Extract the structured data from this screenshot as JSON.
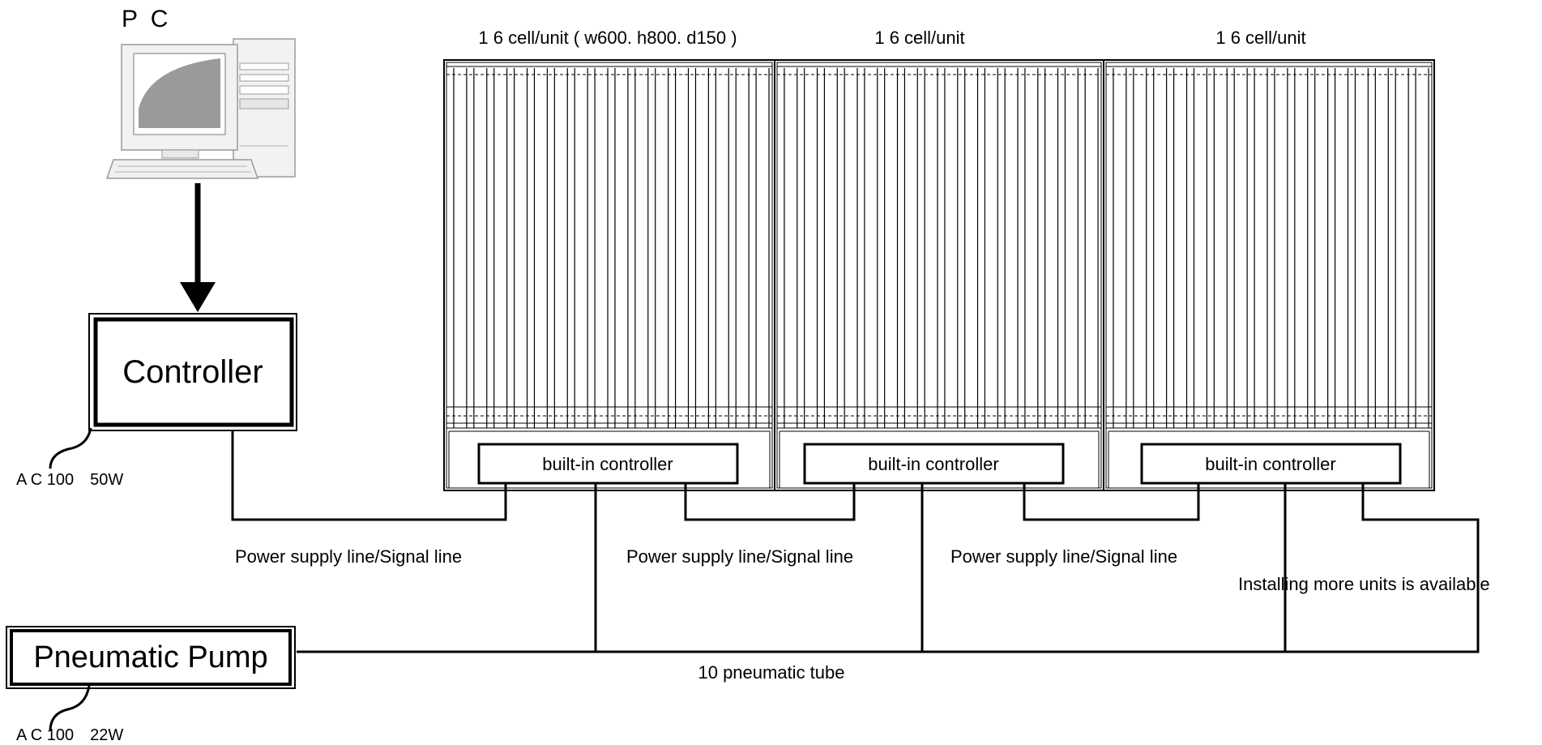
{
  "pc": {
    "label": "P C"
  },
  "units": [
    {
      "title": "1 6 cell/unit ( w600. h800. d150 )",
      "controller": "built-in controller"
    },
    {
      "title": "1 6 cell/unit",
      "controller": "built-in controller"
    },
    {
      "title": "1 6 cell/unit",
      "controller": "built-in controller"
    }
  ],
  "controller": {
    "label": "Controller",
    "power": "A C 100　50W"
  },
  "pump": {
    "label": "Pneumatic Pump",
    "power": "A C 100　22W"
  },
  "lines": {
    "labels": [
      "Power supply line/Signal  line",
      "Power supply line/Signal  line",
      "Power supply line/Signal  line"
    ],
    "tube": "10 pneumatic tube",
    "note": "Installing more units is available"
  }
}
